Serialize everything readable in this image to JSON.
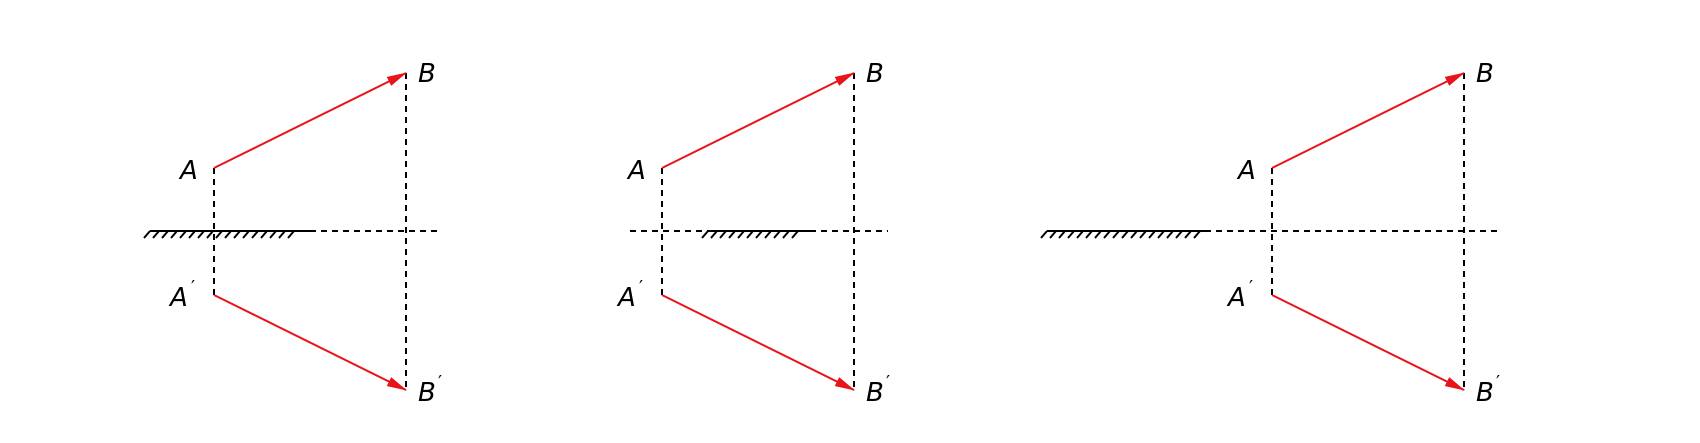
{
  "colors": {
    "ray": "#e8141b",
    "line": "#000000"
  },
  "labels": {
    "A": "A",
    "B": "B",
    "A_prime": "A",
    "B_prime": "B",
    "prime_mark": "′"
  },
  "panels": [
    {
      "id": "panel-1",
      "mirror": "left"
    },
    {
      "id": "panel-2",
      "mirror": "center"
    },
    {
      "id": "panel-3",
      "mirror": "far-left"
    }
  ]
}
